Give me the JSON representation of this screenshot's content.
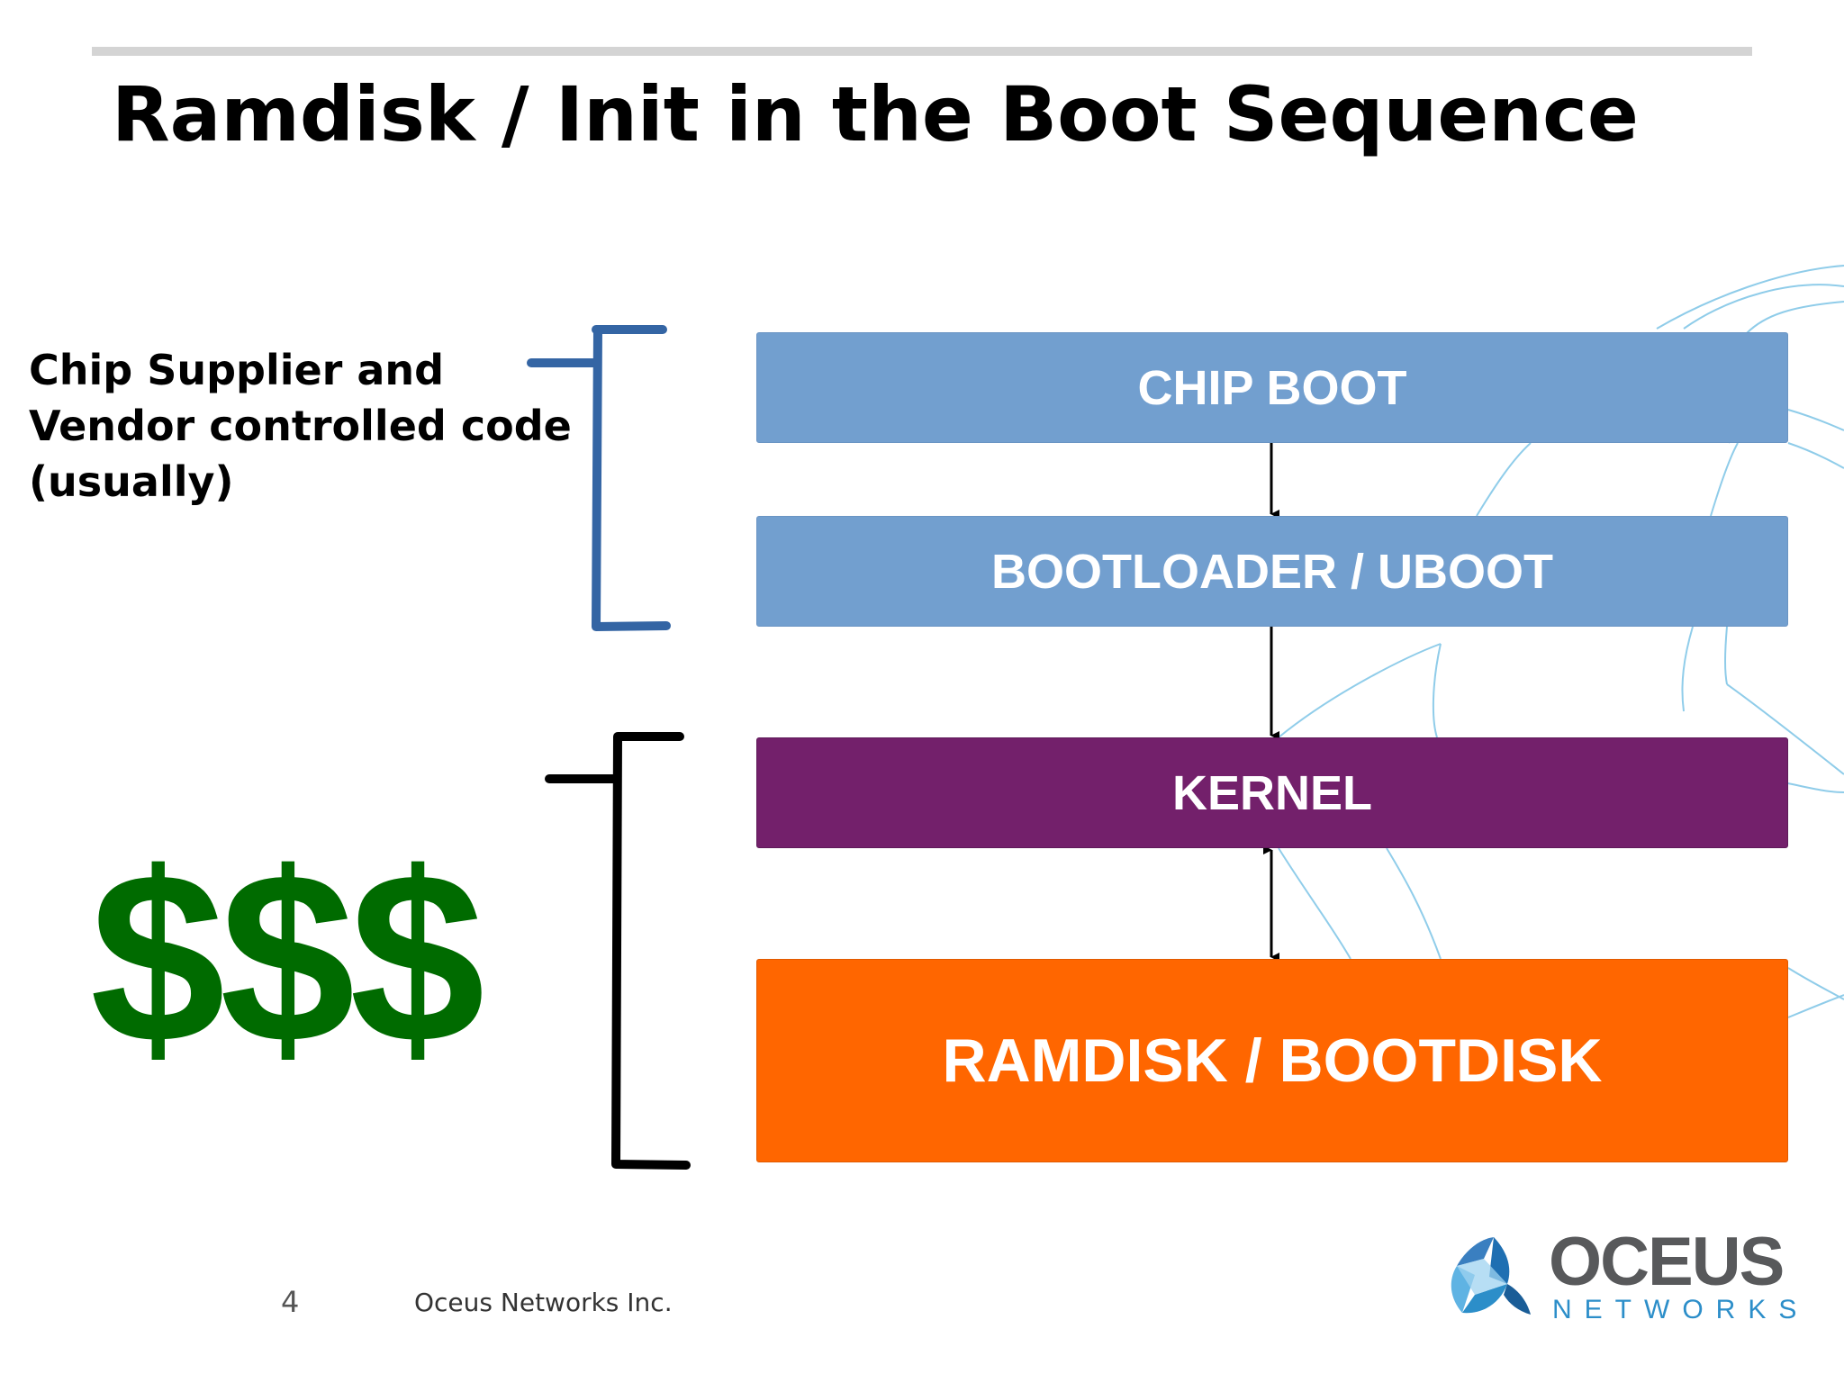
{
  "slide": {
    "title": "Ramdisk / Init in the Boot Sequence",
    "vendor_note": {
      "line1": "Chip Supplier and",
      "line2": "Vendor controlled code",
      "line3": "(usually)"
    },
    "money_label": "$$$",
    "stages": {
      "chip_boot": "CHIP BOOT",
      "bootloader": "BOOTLOADER / UBOOT",
      "kernel": "KERNEL",
      "ramdisk": "RAMDISK / BOOTDISK"
    },
    "page_number": "4",
    "footer_text": "Oceus Networks Inc.",
    "logo": {
      "name": "OCEUS",
      "subtitle": "NETWORKS"
    }
  },
  "colors": {
    "blue_stage": "#729fcf",
    "kernel": "#73206b",
    "ramdisk": "#ff6600",
    "money": "#006b00",
    "vendor_bracket": "#3465a4",
    "logo_grey": "#58595b",
    "logo_blue": "#2c8ec9"
  },
  "icons": {
    "vendor_bracket": "bracket-icon",
    "money_bracket": "bracket-icon",
    "logo_mark": "oceus-logo-icon"
  }
}
